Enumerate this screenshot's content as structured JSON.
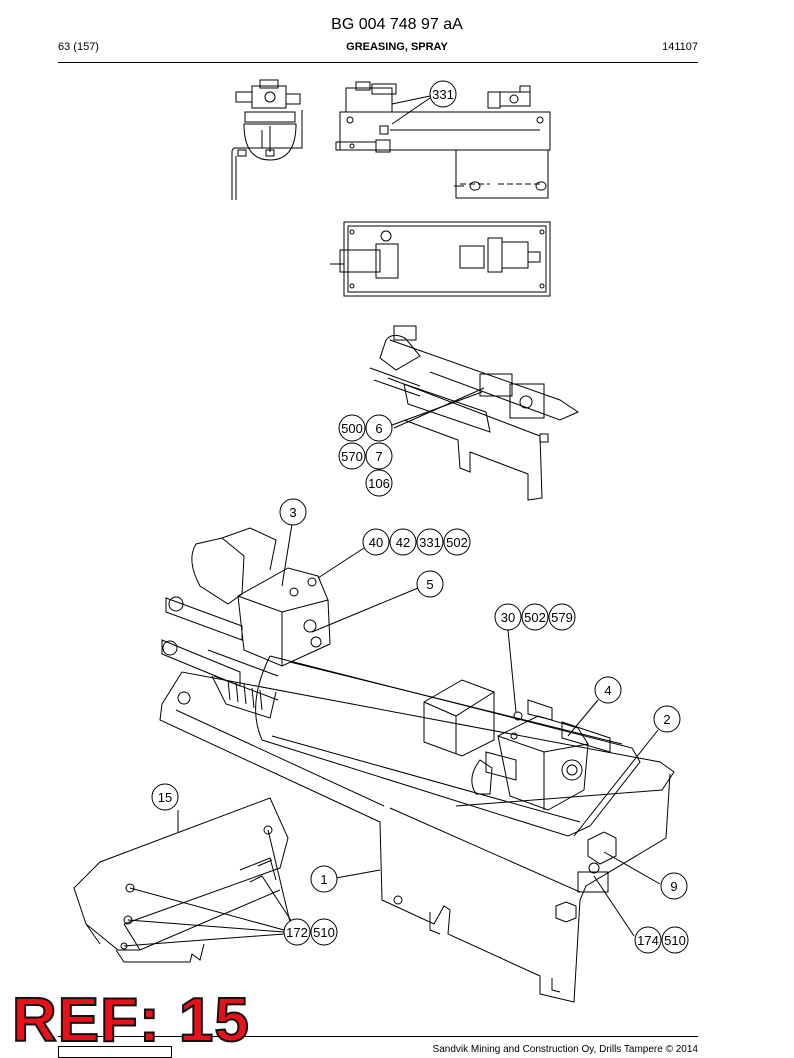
{
  "header": {
    "doc_id": "BG 004 748 97 aA",
    "page": "63 (157)",
    "title": "GREASING, SPRAY",
    "date": "141107"
  },
  "callouts": {
    "c331_top": "331",
    "c500": "500",
    "c6": "6",
    "c570": "570",
    "c7": "7",
    "c106": "106",
    "c3": "3",
    "c40": "40",
    "c42": "42",
    "c331": "331",
    "c502a": "502",
    "c5": "5",
    "c30": "30",
    "c502b": "502",
    "c579": "579",
    "c4": "4",
    "c2": "2",
    "c15": "15",
    "c1": "1",
    "c9": "9",
    "c172": "172",
    "c510a": "510",
    "c174": "174",
    "c510b": "510"
  },
  "overlay": {
    "ref_label": "REF: 15"
  },
  "footer": {
    "copyright": "Sandvik Mining and Construction Oy, Drills Tampere © 2014"
  }
}
